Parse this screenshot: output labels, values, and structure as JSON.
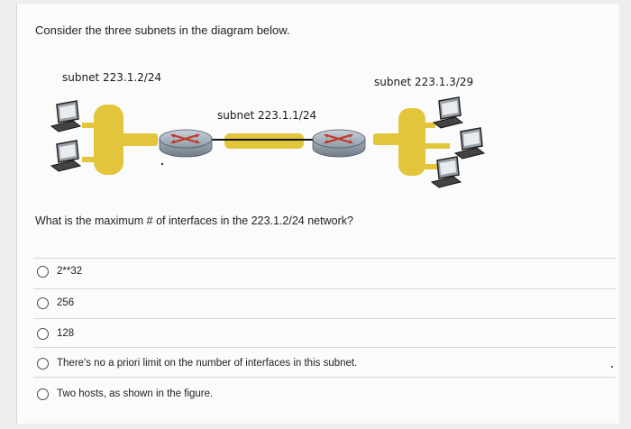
{
  "question": {
    "intro": "Consider the three subnets in the diagram below.",
    "prompt": "What is the maximum # of interfaces in the 223.1.2/24 network?"
  },
  "diagram": {
    "labels": {
      "left_subnet": "subnet 223.1.2/24",
      "middle_subnet": "subnet 223.1.1/24",
      "right_subnet": "subnet 223.1.3/29"
    },
    "colors": {
      "subnet_link": "#e2c53a",
      "router_body": "#9aa7b4",
      "router_arrows": "#c0392b"
    },
    "icons": [
      "computer-icon",
      "router-icon"
    ]
  },
  "options": [
    {
      "label": "2**32"
    },
    {
      "label": "256"
    },
    {
      "label": "128"
    },
    {
      "label": "There's no a priori limit on the number of interfaces in this subnet."
    },
    {
      "label": "Two hosts, as shown in the figure."
    }
  ]
}
